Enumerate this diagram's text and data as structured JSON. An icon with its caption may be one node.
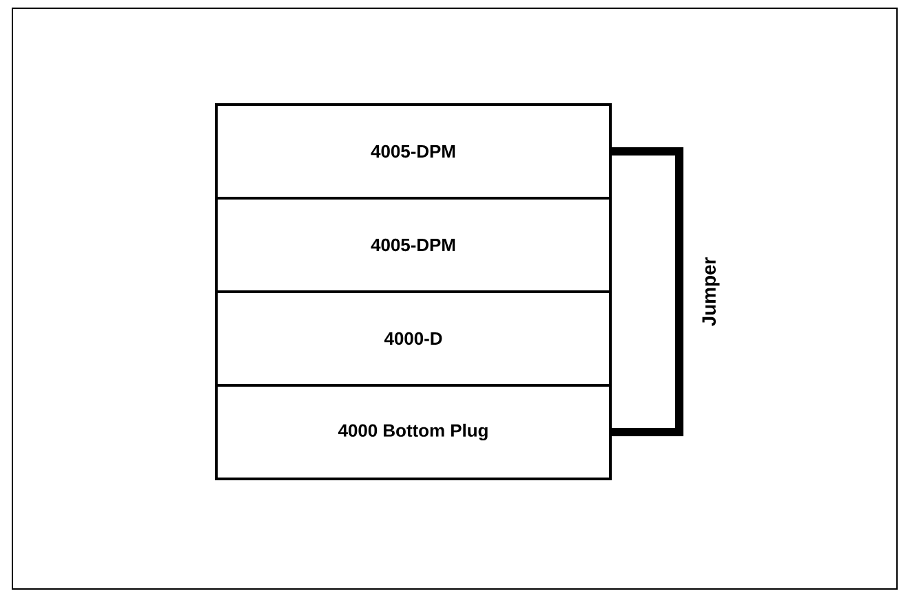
{
  "diagram": {
    "nodes": [
      {
        "text": [
          "4005-DPM"
        ]
      },
      {
        "text": [
          "4005-DPM"
        ]
      },
      {
        "text": [
          "4000-D"
        ]
      },
      {
        "text": [
          "4000 Bottom Plug"
        ]
      }
    ],
    "edges": [
      {
        "from": 0,
        "to": 3,
        "arrow": "none",
        "label": "Jumper"
      }
    ]
  }
}
